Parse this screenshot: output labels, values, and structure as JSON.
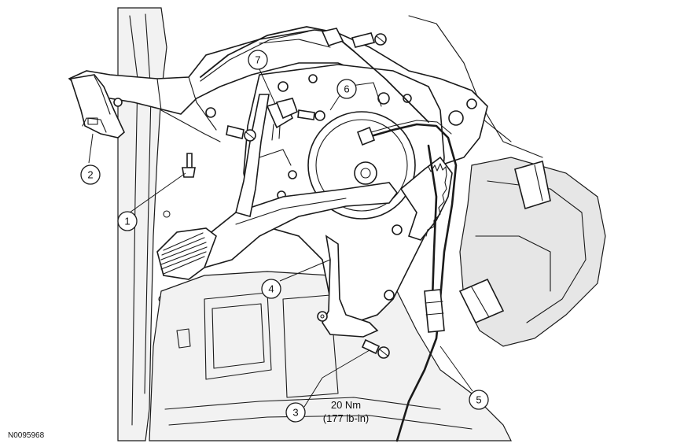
{
  "figure": {
    "id": "N0095968",
    "colors": {
      "line": "#1a1a1a",
      "shade": "#f2f2f2",
      "background": "#ffffff"
    }
  },
  "callouts": [
    {
      "number": "1",
      "target": "pedal-box-bolt"
    },
    {
      "number": "2",
      "target": "parking-brake-release-handle"
    },
    {
      "number": "3",
      "target": "parking-brake-control-nuts-bolts"
    },
    {
      "number": "4",
      "target": "parking-brake-control-assembly"
    },
    {
      "number": "5",
      "target": "parking-brake-cable"
    },
    {
      "number": "6",
      "target": "ratchet-mechanism"
    },
    {
      "number": "7",
      "target": "electrical-connector"
    }
  ],
  "torque_spec": {
    "metric": "20 Nm",
    "imperial": "(177 lb-in)"
  }
}
